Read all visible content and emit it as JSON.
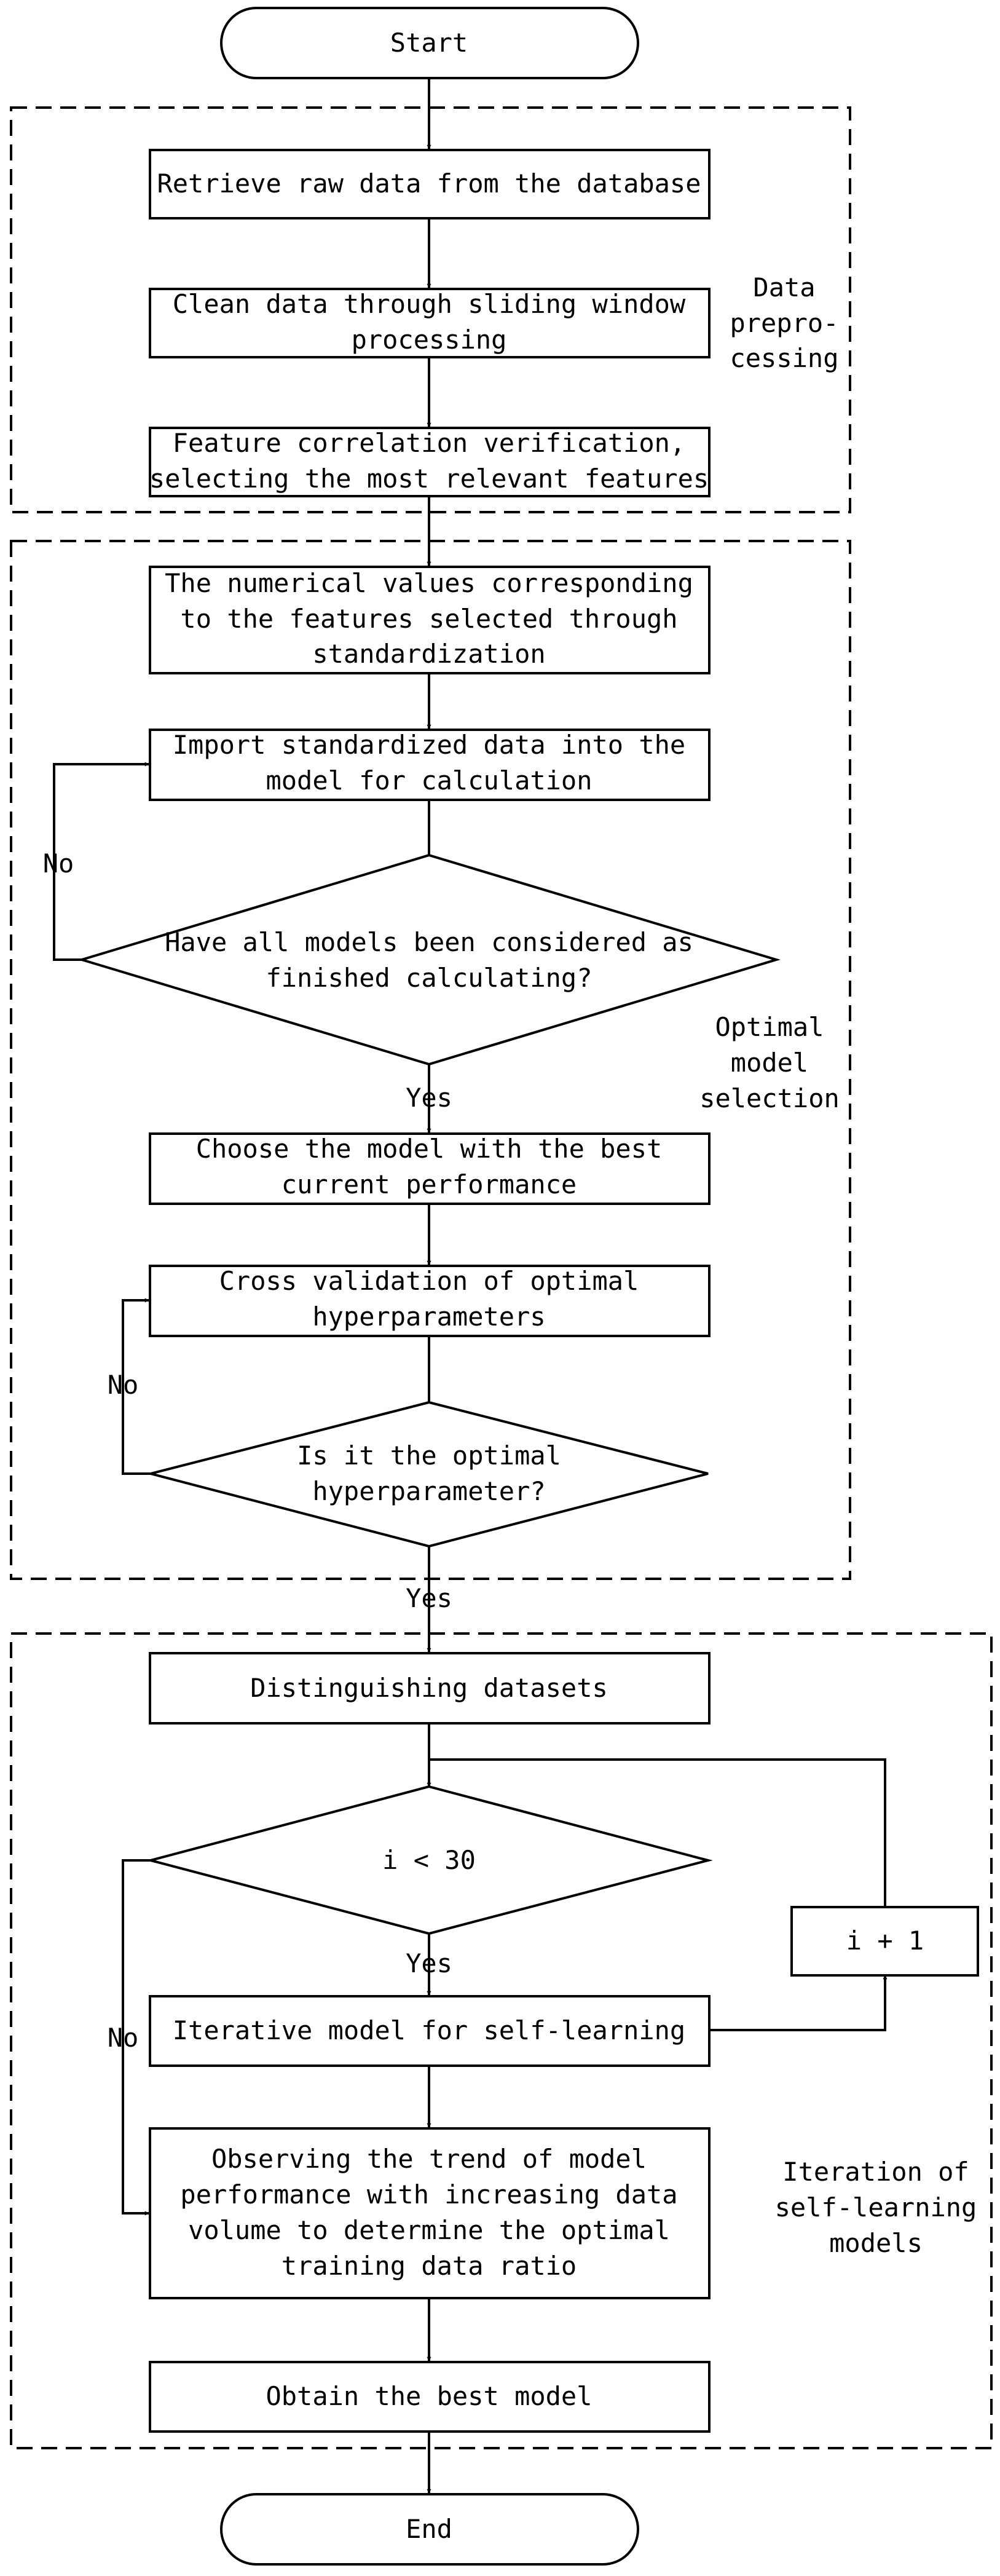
{
  "flow": {
    "start": "Start",
    "end": "End",
    "steps": {
      "retrieve": [
        "Retrieve raw data from the database"
      ],
      "clean": [
        "Clean data through sliding window",
        "processing"
      ],
      "feature": [
        "Feature correlation verification,",
        "selecting the most relevant features"
      ],
      "standardize": [
        "The numerical values corresponding",
        "to the features selected through",
        "standardization"
      ],
      "import": [
        "Import standardized data into the",
        "model for calculation"
      ],
      "all_models": [
        "Have all models been considered as",
        "finished calculating?"
      ],
      "choose": [
        "Choose the model with the best",
        "current performance"
      ],
      "cross_val": [
        "Cross validation of optimal",
        "hyperparameters"
      ],
      "optimal_hp": [
        "Is it the optimal",
        "hyperparameter?"
      ],
      "distinguish": [
        "Distinguishing datasets"
      ],
      "loop_cond": [
        "i < 30"
      ],
      "increment": [
        "i + 1"
      ],
      "iterative": [
        "Iterative model for self-learning"
      ],
      "observe": [
        "Observing the trend of model",
        "performance with increasing data",
        "volume to determine the optimal",
        "training data ratio"
      ],
      "best": [
        "Obtain the best model"
      ]
    },
    "groups": {
      "preprocessing": [
        "Data",
        "prepro-",
        "cessing"
      ],
      "model_selection": [
        "Optimal",
        "model",
        "selection"
      ],
      "iteration": [
        "Iteration of",
        "self-learning",
        "models"
      ]
    },
    "edge_labels": {
      "yes": "Yes",
      "no": "No"
    }
  }
}
